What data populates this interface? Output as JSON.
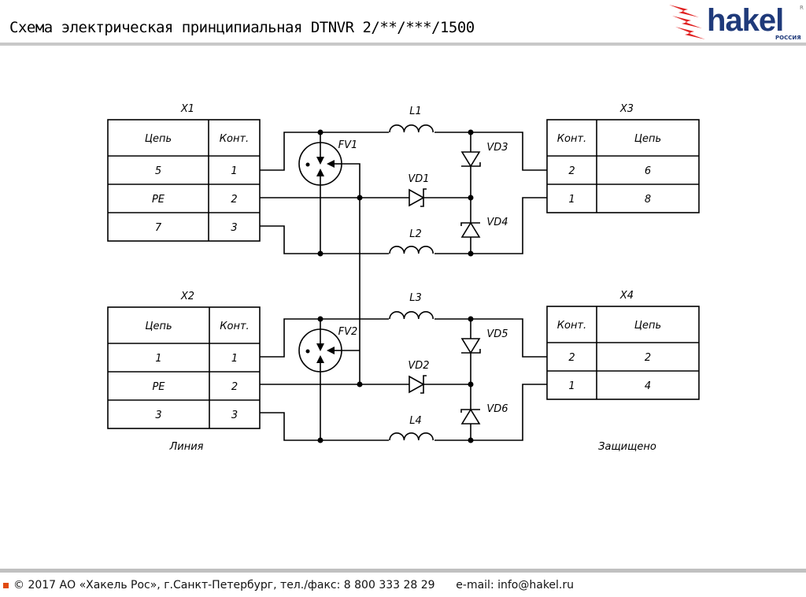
{
  "title": "Схема электрическая принципиальная DTNVR 2/**/***/1500",
  "logo": {
    "text": "hakel",
    "sub": "РОССИЯ",
    "reg": "R",
    "colors": {
      "brand": "#1f3a7a",
      "bolt": "#e02020"
    }
  },
  "footer": {
    "copyright": "© 2017 АО «Хакель Рос», г.Санкт-Петербург, тел./факс: 8 800 333 28 29",
    "email": "e-mail: info@hakel.ru"
  },
  "connectors": {
    "x1": {
      "name": "X1",
      "h1": "Цепь",
      "h2": "Конт.",
      "rows": [
        [
          "5",
          "1"
        ],
        [
          "PE",
          "2"
        ],
        [
          "7",
          "3"
        ]
      ]
    },
    "x2": {
      "name": "X2",
      "h1": "Цепь",
      "h2": "Конт.",
      "rows": [
        [
          "1",
          "1"
        ],
        [
          "PE",
          "2"
        ],
        [
          "3",
          "3"
        ]
      ]
    },
    "x3": {
      "name": "X3",
      "h1": "Конт.",
      "h2": "Цепь",
      "rows": [
        [
          "2",
          "6"
        ],
        [
          "1",
          "8"
        ]
      ]
    },
    "x4": {
      "name": "X4",
      "h1": "Конт.",
      "h2": "Цепь",
      "rows": [
        [
          "2",
          "2"
        ],
        [
          "1",
          "4"
        ]
      ]
    }
  },
  "components": {
    "l1": "L1",
    "l2": "L2",
    "l3": "L3",
    "l4": "L4",
    "fv1": "FV1",
    "fv2": "FV2",
    "vd1": "VD1",
    "vd2": "VD2",
    "vd3": "VD3",
    "vd4": "VD4",
    "vd5": "VD5",
    "vd6": "VD6"
  },
  "captions": {
    "line": "Линия",
    "protected": "Защищено"
  }
}
